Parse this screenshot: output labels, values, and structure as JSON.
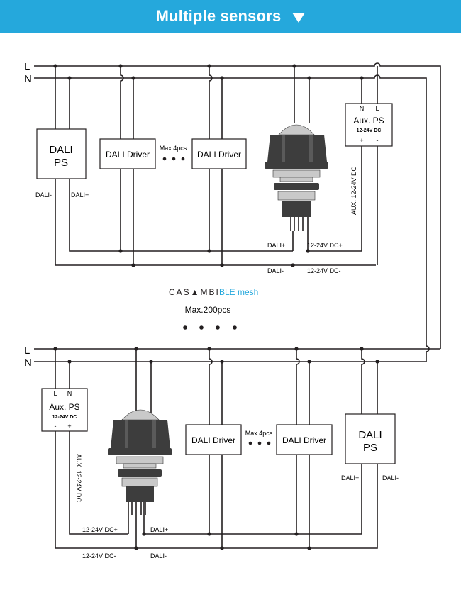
{
  "header": {
    "title": "Multiple sensors",
    "arrow_icon": "triangle-down-icon"
  },
  "lines": {
    "L": "L",
    "N": "N"
  },
  "top_circuit": {
    "ps": {
      "line1": "DALI",
      "line2": "PS",
      "dali_minus": "DALI-",
      "dali_plus": "DALI+"
    },
    "driver1": "DALI Driver",
    "driver2": "DALI Driver",
    "max_drivers": "Max.4pcs",
    "aux_ps": {
      "N": "N",
      "L": "L",
      "title": "Aux. PS",
      "voltage": "12-24V DC",
      "plus": "+",
      "minus": "-"
    },
    "aux_label": "AUX. 12-24V DC",
    "sensor_dali_plus": "DALI+",
    "sensor_dc_plus": "12-24V DC+",
    "bottom_dali_minus": "DALI-",
    "bottom_dc_minus": "12-24V DC-"
  },
  "middle": {
    "casambi": "CAS▲MBI",
    "ble": "BLE mesh",
    "max_sensors": "Max.200pcs"
  },
  "bottom_circuit": {
    "aux_ps": {
      "L": "L",
      "N": "N",
      "title": "Aux. PS",
      "voltage": "12-24V DC",
      "minus": "-",
      "plus": "+"
    },
    "aux_label": "AUX. 12-24V DC",
    "driver1": "DALI Driver",
    "driver2": "DALI Driver",
    "max_drivers": "Max.4pcs",
    "ps": {
      "line1": "DALI",
      "line2": "PS",
      "dali_plus": "DALI+",
      "dali_minus": "DALI-"
    },
    "sensor_dc_plus": "12-24V DC+",
    "sensor_dali_plus": "DALI+",
    "bottom_dc_minus": "12-24V DC-",
    "bottom_dali_minus": "DALI-"
  },
  "colors": {
    "banner": "#25a8dc",
    "ble": "#25a8dc",
    "wire": "#231f20"
  }
}
